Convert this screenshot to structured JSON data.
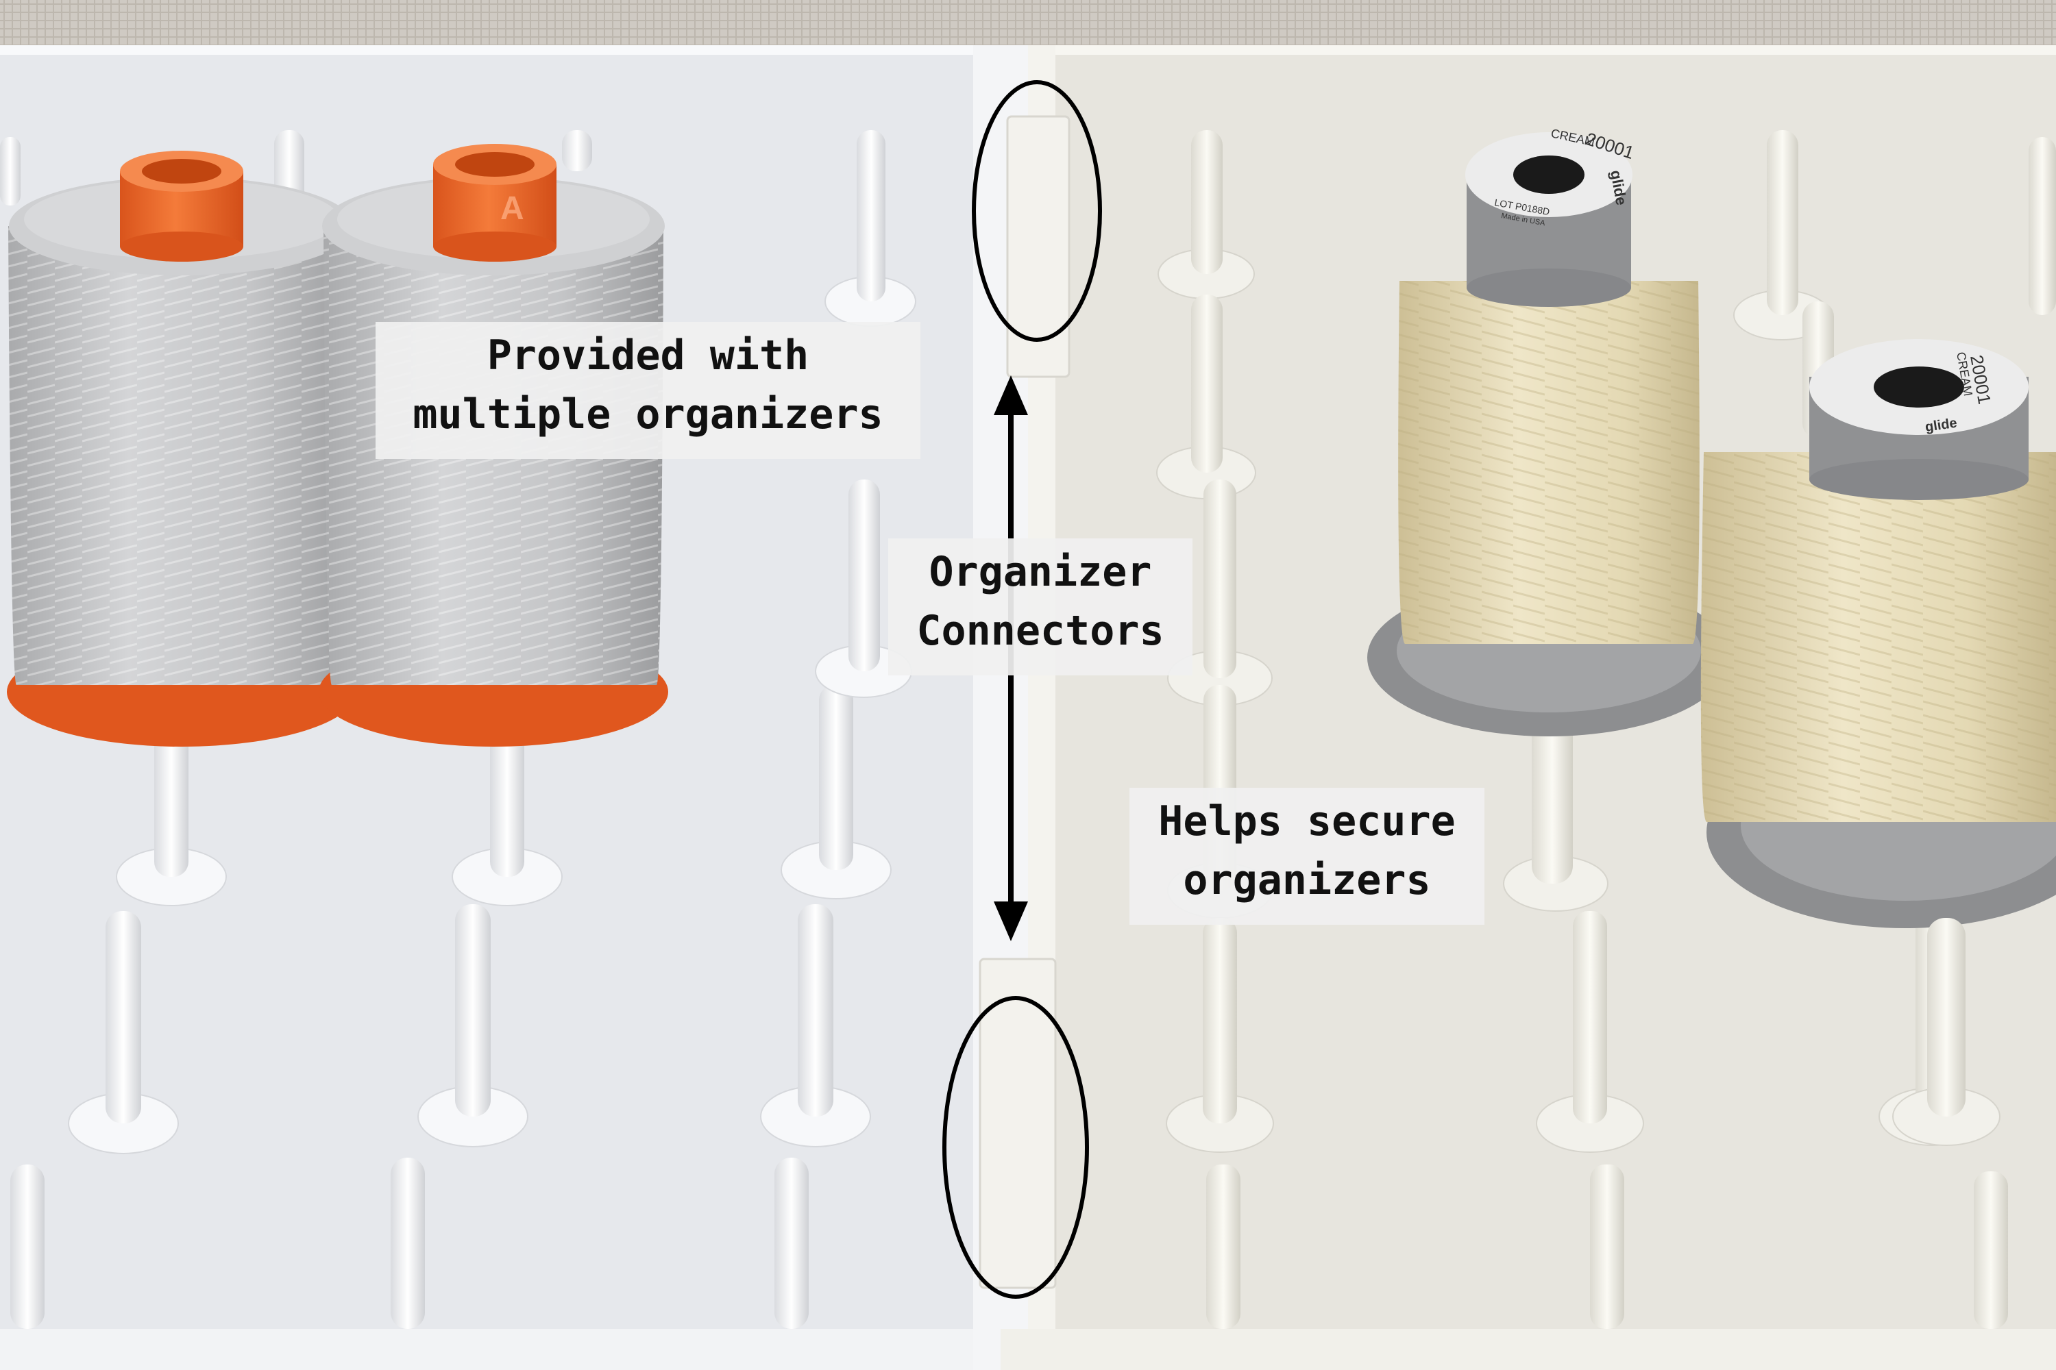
{
  "scene": {
    "colors": {
      "background_fabric": "#cfcac3",
      "white_tray": "#eceef1",
      "cream_tray": "#ecebe5",
      "grey_thread": "#c2c3c5",
      "orange_spool": "#f06a2c",
      "cream_thread": "#e6dcb9",
      "grey_spool_cap": "#8d8e90",
      "annotation_ink": "#000000"
    }
  },
  "callouts": {
    "provided": {
      "line1": "Provided with",
      "line2": "multiple organizers"
    },
    "connectors": {
      "line1": "Organizer",
      "line2": "Connectors"
    },
    "secure": {
      "line1": "Helps secure",
      "line2": "organizers"
    }
  },
  "spool_labels": {
    "left_orange_mark": "A",
    "cream_spool_1": {
      "code": "20001",
      "color_name": "CREAM",
      "brand": "glide",
      "lot": "LOT P0188D",
      "made_in": "Made in USA"
    },
    "cream_spool_2": {
      "code": "20001",
      "color_name": "CREAM",
      "brand": "glide"
    }
  }
}
